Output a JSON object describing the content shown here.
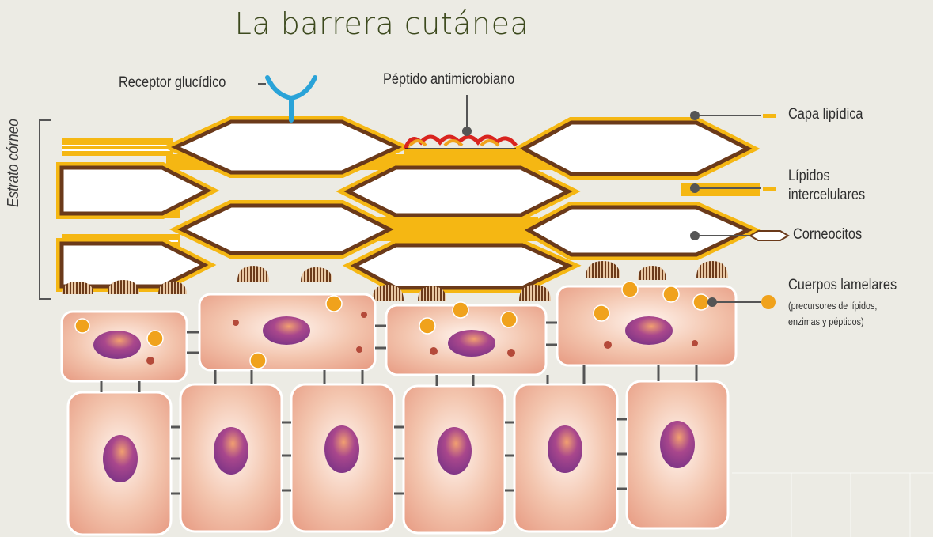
{
  "title": "La barrera cutánea",
  "labels": {
    "receptor": "Receptor glucídico",
    "peptido": "Péptido antimicrobiano",
    "capa_lipidica": "Capa lipídica",
    "lipidos_1": "Lípidos",
    "lipidos_2": "intercelulares",
    "corneocitos": "Corneocitos",
    "cuerpos": "Cuerpos lamelares",
    "cuerpos_note_1": "(precursores de lípidos,",
    "cuerpos_note_2": "enzimas y péptidos)",
    "estrato": "Estrato córneo"
  },
  "colors": {
    "background": "#ecebe4",
    "lipid": "#f5b713",
    "corneocyte_border": "#6b3a1a",
    "cell_body": "#f2bfa6",
    "nucleus": "#8e3f8e",
    "lamellar_body": "#f0a21c",
    "receptor": "#2aa3d8"
  }
}
